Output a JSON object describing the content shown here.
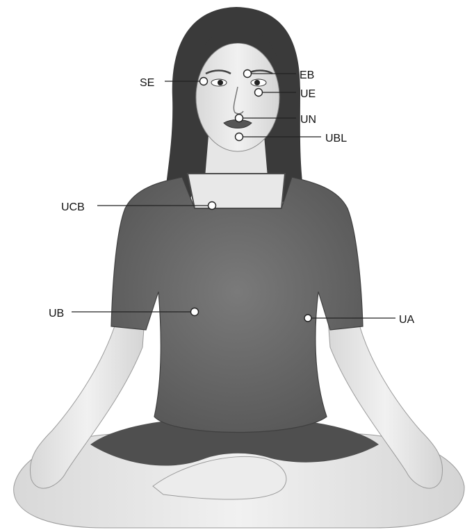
{
  "points": [
    {
      "id": "SE",
      "label": "SE"
    },
    {
      "id": "EB",
      "label": "EB"
    },
    {
      "id": "UE",
      "label": "UE"
    },
    {
      "id": "UN",
      "label": "UN"
    },
    {
      "id": "UBL",
      "label": "UBL"
    },
    {
      "id": "UCB",
      "label": "UCB"
    },
    {
      "id": "UB",
      "label": "UB"
    },
    {
      "id": "UA",
      "label": "UA"
    }
  ],
  "colors": {
    "skin": "#e9e9e9",
    "skin_shade": "#cfcfcf",
    "hair": "#3a3a3a",
    "garment": "#6e6e6e",
    "garment_dark": "#555555",
    "outline": "#222222"
  }
}
